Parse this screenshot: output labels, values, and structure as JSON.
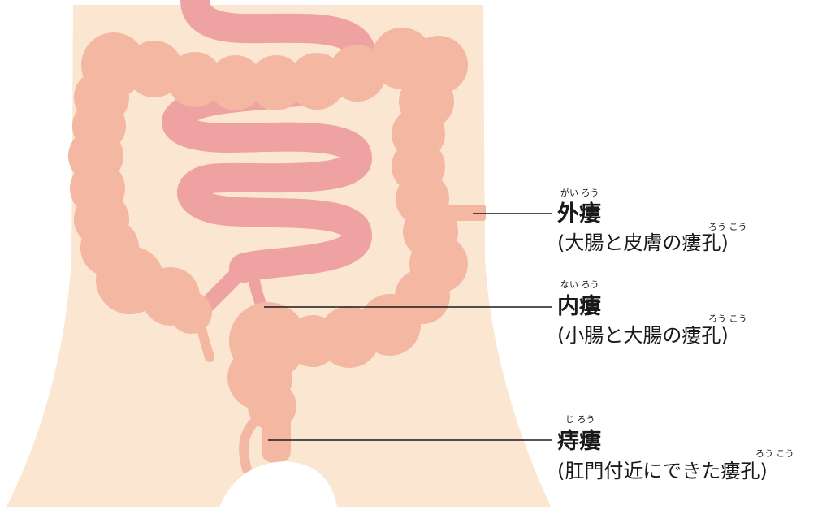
{
  "labels": [
    {
      "id": "external",
      "ruby_term": "がい ろう",
      "term": "外瘻",
      "ruby_desc": "ろう こう",
      "desc": "(大腸と皮膚の瘻孔)"
    },
    {
      "id": "internal",
      "ruby_term": "ない ろう",
      "term": "内瘻",
      "ruby_desc": "ろう こう",
      "desc": "(小腸と大腸の瘻孔)"
    },
    {
      "id": "anal",
      "ruby_term": "じ ろう",
      "term": "痔瘻",
      "ruby_desc": "ろう こう",
      "desc": "(肛門付近にできた瘻孔)"
    }
  ],
  "colors": {
    "skin": "#fbe6d1",
    "colon": "#f3b7a2",
    "small_intestine": "#eea3a2",
    "fistula": "#f3b7a2",
    "text": "#1a1a1a",
    "buttocks": "#ffffff"
  }
}
